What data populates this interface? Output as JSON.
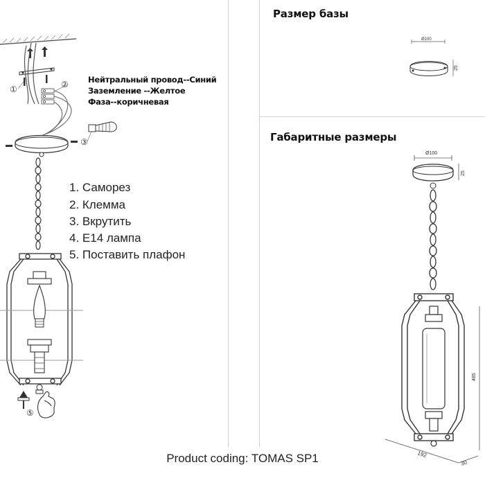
{
  "sections": {
    "base_size": "Размер базы",
    "overall_dims": "Габаритные размеры"
  },
  "wiring": {
    "neutral": "Нейтральный провод--Синий",
    "ground": "Заземление --Желтое",
    "phase": "Фаза--коричневая"
  },
  "callouts": {
    "c1": "①",
    "c2": "②",
    "c3": "③",
    "c5": "⑤"
  },
  "steps": [
    "1. Саморез",
    "2. Клемма",
    "3. Вкрутить",
    "4. E14 лампа",
    "5. Поставить плафон"
  ],
  "dimensions": {
    "base_diameter": "Ø100",
    "base_height": "25",
    "total_height": "485",
    "width": "192",
    "depth": "30"
  },
  "product_coding": "Product coding: TOMAS SP1"
}
